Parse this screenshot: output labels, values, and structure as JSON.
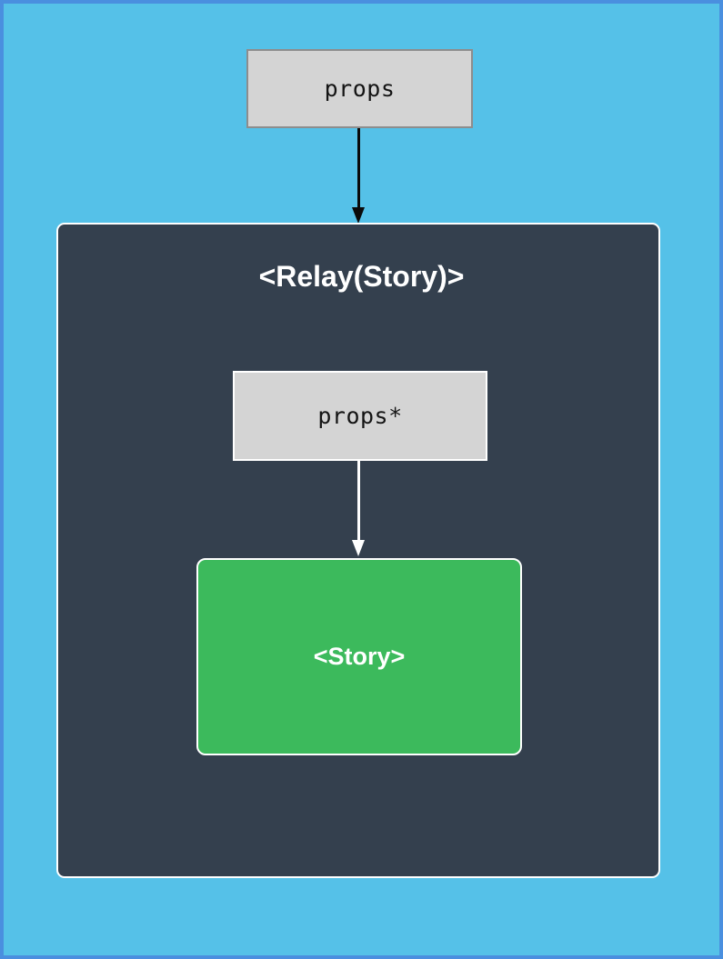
{
  "diagram": {
    "outer_props_label": "props",
    "container_title": "<Relay(Story)>",
    "inner_props_label": "props*",
    "story_label": "<Story>"
  },
  "colors": {
    "background": "#55c1e8",
    "page_border": "#4a8fdf",
    "container_fill": "#34404e",
    "gray_fill": "#d4d4d4",
    "gray_border": "#8d8d8d",
    "story_fill": "#3cba5c",
    "arrow_black": "#0a0a0a",
    "arrow_white": "#ffffff",
    "white": "#ffffff",
    "dark_text": "#141414"
  }
}
